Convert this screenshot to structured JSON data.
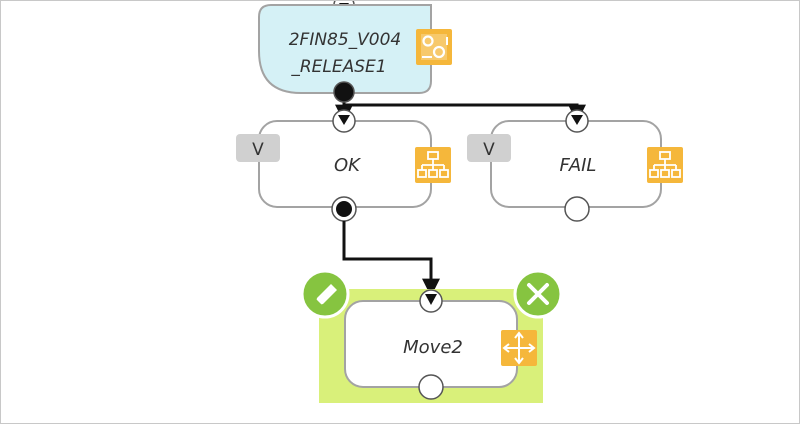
{
  "canvas": {
    "colors": {
      "start_fill": "#d5f1f6",
      "node_border": "#a3a3a3",
      "selection_fill": "#d9f07a",
      "action_green": "#86c440",
      "icon_orange": "#f5b73b",
      "connector": "#111111",
      "badge": "#d0d0d0"
    },
    "nodes": {
      "start": {
        "label_line1": "2FIN85_V004",
        "label_line2": "_RELEASE1",
        "icon": "settings-gears-icon"
      },
      "ok": {
        "label": "OK",
        "badge": "V",
        "icon": "hierarchy-icon"
      },
      "fail": {
        "label": "FAIL",
        "badge": "V",
        "icon": "hierarchy-icon"
      },
      "move": {
        "label": "Move2",
        "icon": "move-arrows-icon",
        "selected": true,
        "edit_icon": "pencil-icon",
        "delete_icon": "close-icon"
      }
    }
  }
}
